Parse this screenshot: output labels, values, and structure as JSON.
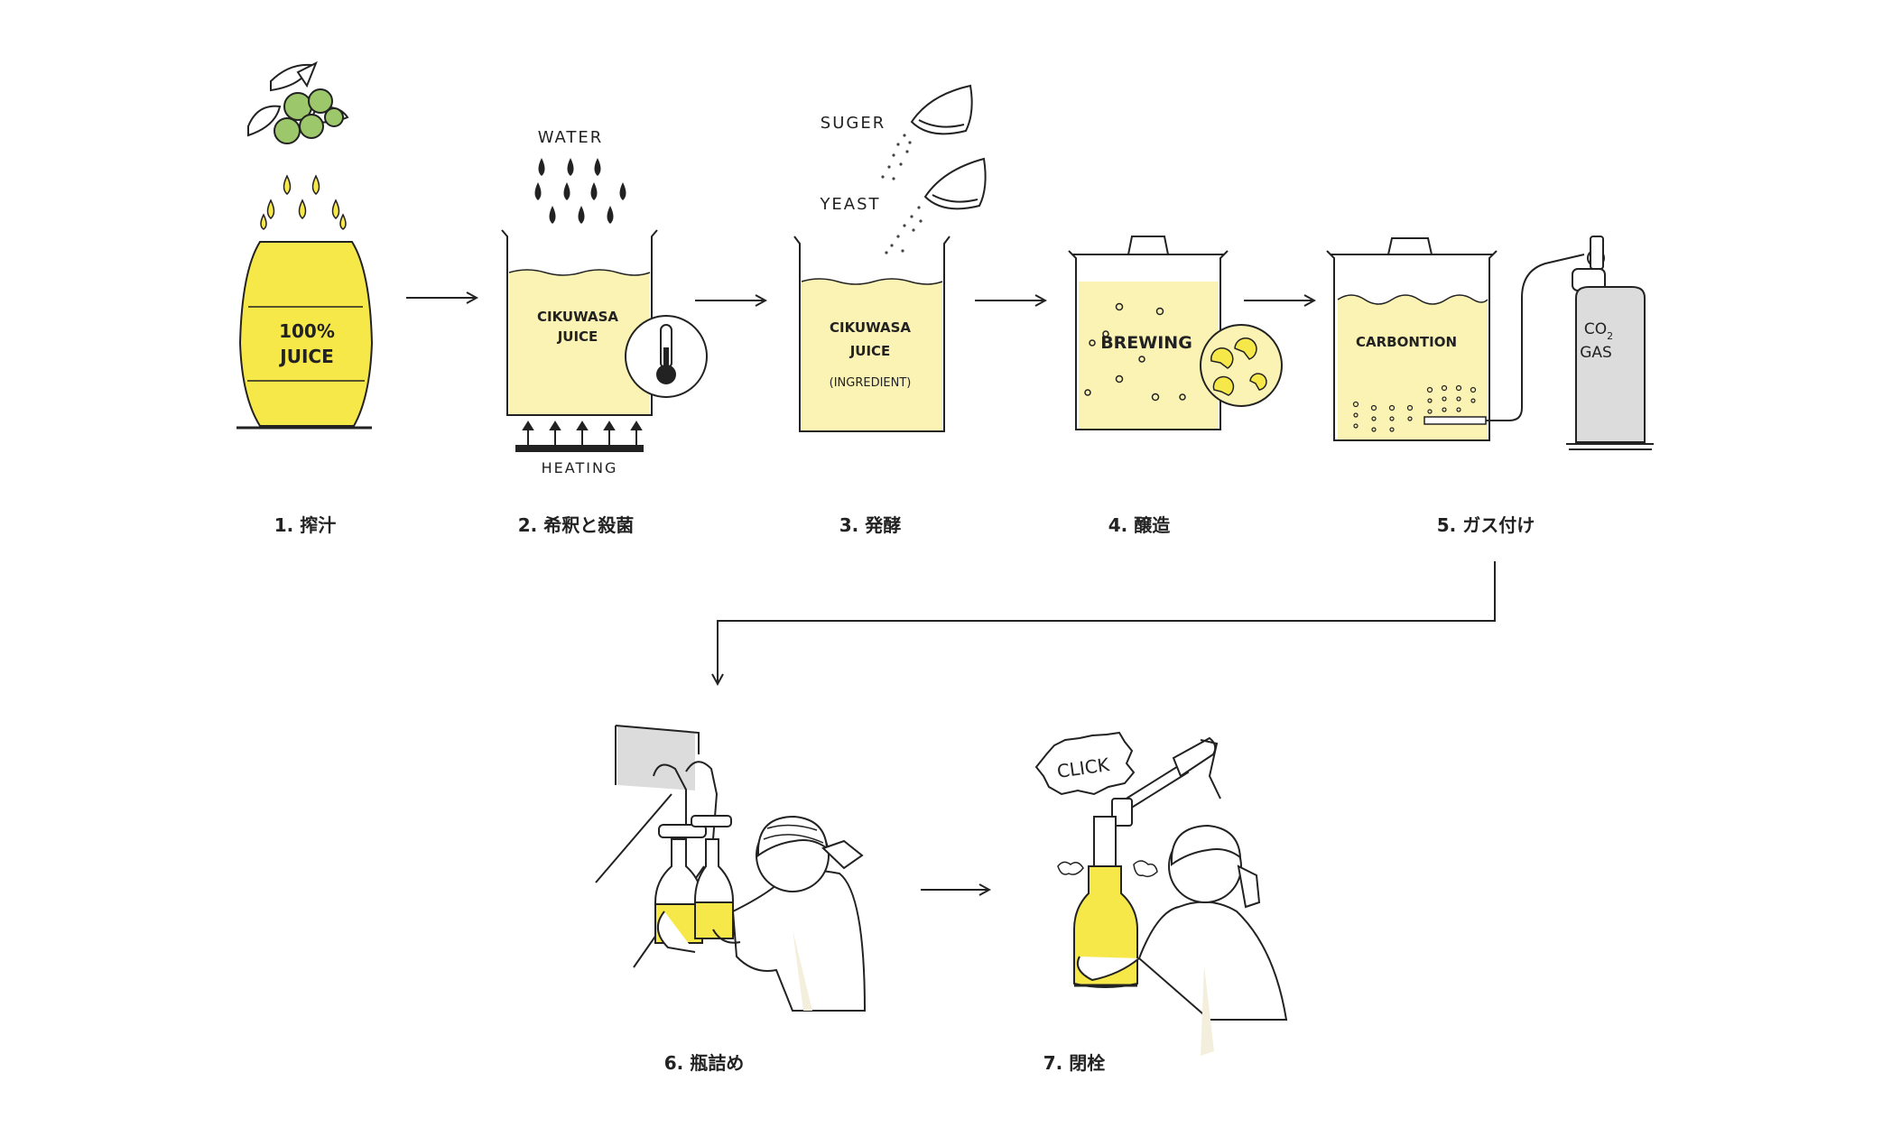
{
  "colors": {
    "yellow": "#f7e84a",
    "pale_yellow": "#fbf3b4",
    "ink": "#222222",
    "grey": "#dcdcdc",
    "green": "#9cc76a"
  },
  "steps": [
    {
      "label": "1. 搾汁",
      "texts": {
        "line1": "100%",
        "line2": "JUICE"
      }
    },
    {
      "label": "2. 希釈と殺菌",
      "texts": {
        "water": "WATER",
        "line1": "CIKUWASA",
        "line2": "JUICE",
        "heating": "HEATING"
      }
    },
    {
      "label": "3. 発酵",
      "texts": {
        "suger": "SUGER",
        "yeast": "YEAST",
        "line1": "CIKUWASA",
        "line2": "JUICE",
        "line3": "(INGREDIENT)"
      }
    },
    {
      "label": "4. 醸造",
      "texts": {
        "line1": "BREWING"
      }
    },
    {
      "label": "5. ガス付け",
      "texts": {
        "line1": "CARBONTION",
        "gas1": "CO",
        "gas_sub": "2",
        "gas2": "GAS"
      }
    },
    {
      "label": "6. 瓶詰め",
      "texts": {}
    },
    {
      "label": "7. 閉栓",
      "texts": {
        "click": "CLICK"
      }
    }
  ]
}
